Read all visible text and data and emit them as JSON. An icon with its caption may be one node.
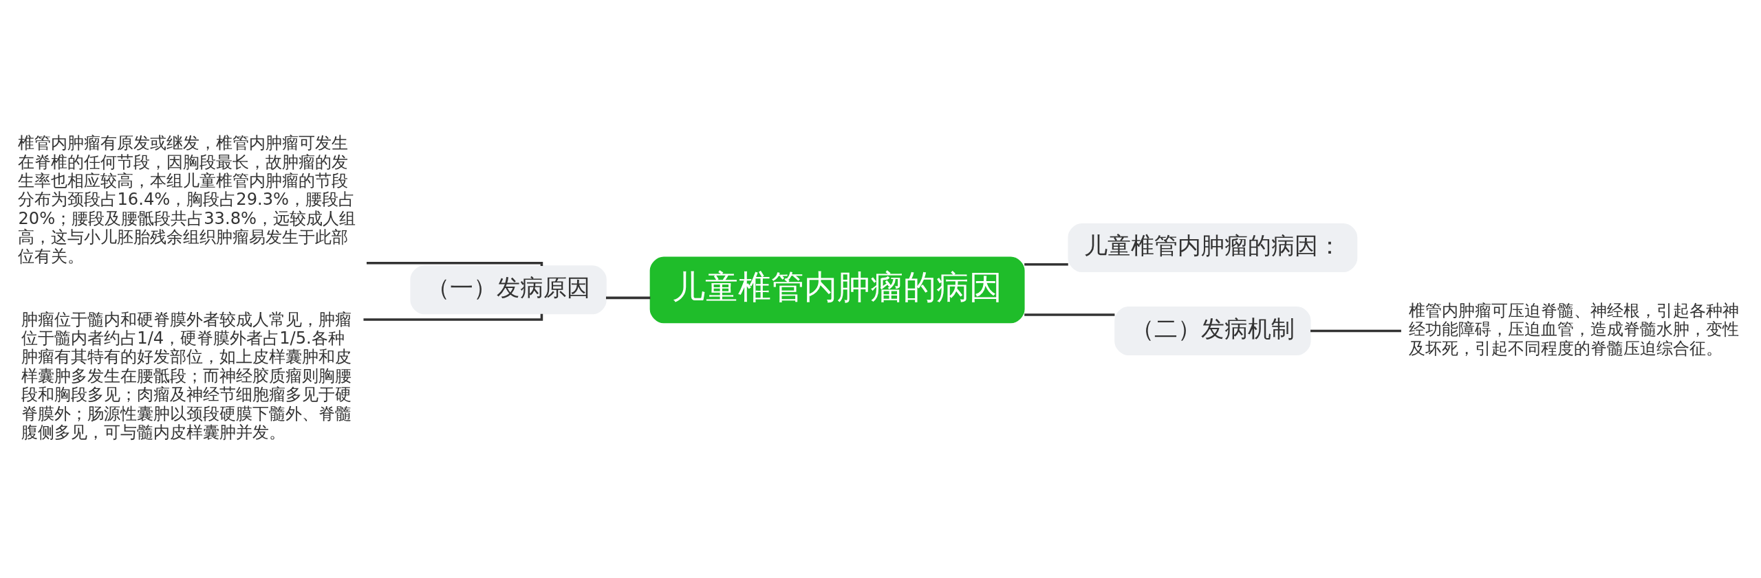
{
  "diagram": {
    "nodes": [
      {
        "text": [
          "儿童椎管内肿瘤的病因"
        ]
      },
      {
        "text": [
          "（一）发病原因"
        ]
      },
      {
        "text": [
          "椎管内肿瘤有原发或继发，椎管内肿瘤可发生在脊椎的任何节段，因胸段最长，故肿瘤的发生率也相应较高，本组儿童椎管内肿瘤的节段分布为颈段占16.4%，胸段占29.3%，腰段占20%；腰段及腰骶段共占33.8%，远较成人组高，这与小儿胚胎残余组织肿瘤易发生于此部位有关。"
        ]
      },
      {
        "text": [
          "肿瘤位于髓内和硬脊膜外者较成人常见，肿瘤位于髓内者约占1/4，硬脊膜外者占1/5.各种肿瘤有其特有的好发部位，如上皮样囊肿和皮样囊肿多发生在腰骶段；而神经胶质瘤则胸腰段和胸段多见；肉瘤及神经节细胞瘤多见于硬脊膜外；肠源性囊肿以颈段硬膜下髓外、脊髓腹侧多见，可与髓内皮样囊肿并发。"
        ]
      },
      {
        "text": [
          "儿童椎管内肿瘤的病因："
        ]
      },
      {
        "text": [
          "（二）发病机制"
        ]
      },
      {
        "text": [
          "椎管内肿瘤可压迫脊髓、神经根，引起各种神经功能障碍，压迫血管，造成脊髓水肿，变性及坏死，引起不同程度的脊髓压迫综合征。"
        ]
      }
    ],
    "edges": [
      {
        "from": 0,
        "to": 1,
        "arrow": "none"
      },
      {
        "from": 1,
        "to": 2,
        "arrow": "none"
      },
      {
        "from": 1,
        "to": 3,
        "arrow": "none"
      },
      {
        "from": 0,
        "to": 4,
        "arrow": "none"
      },
      {
        "from": 0,
        "to": 5,
        "arrow": "none"
      },
      {
        "from": 5,
        "to": 6,
        "arrow": "none"
      }
    ]
  }
}
